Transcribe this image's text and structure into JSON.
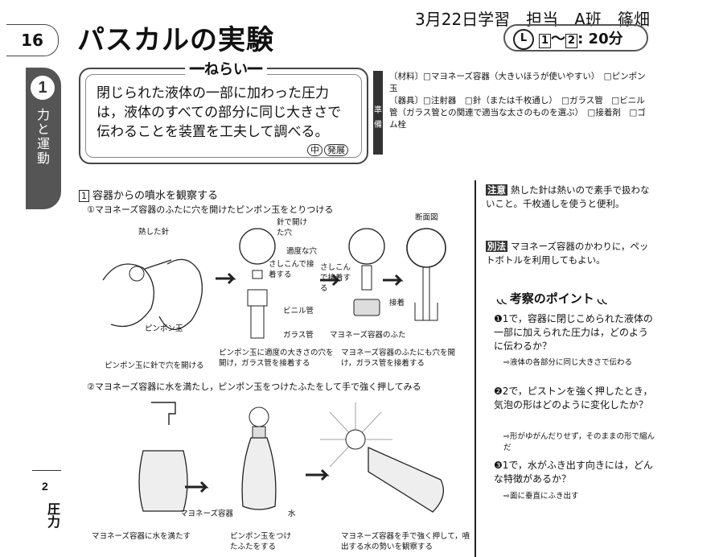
{
  "header": {
    "page_number": "16",
    "title": "パスカルの実験",
    "handwritten_note": "3月22日学習　担当　A班　篠畑",
    "time": {
      "from": "1",
      "to": "2",
      "duration": ": 20分"
    }
  },
  "side_tab": {
    "number": "1",
    "label": "力と運動"
  },
  "aim": {
    "label": "ねらい",
    "lines": [
      "閉じられた液体の一部に加わった圧力",
      "は，液体のすべての部分に同じ大きさで",
      "伝わることを装置を工夫して調べる。"
    ],
    "badge_a": "中",
    "badge_b": "発展"
  },
  "prep": {
    "bar_top": "準",
    "bar_bottom": "備",
    "materials": "〔材料〕□マヨネーズ容器（大きいほうが使いやすい）　□ピンポン玉",
    "tools": "〔器具〕□注射器　□針（または千枚通し）　□ガラス管　□ビニル管（ガラス管との関連で適当な太さのものを選ぶ）　□接着剤　□ゴム栓"
  },
  "section1": {
    "num": "1",
    "title": "容器からの噴水を観察する",
    "step1": "①マヨネーズ容器のふたに穴を開けたピンポン玉をとりつける",
    "step2": "②マヨネーズ容器に水を満たし，ピンポン玉をつけたふたをして手で強く押してみる",
    "labels": {
      "hot_needle": "熱した針",
      "needle_hole": "針で開けた穴",
      "proper_hole": "適度な穴",
      "insert_glue": "さしこんで接着する",
      "insert_glue2": "さしこんで接着する",
      "vinyl_tube": "ビニル管",
      "glass_tube": "ガラス管",
      "ping_pong": "ピンポン玉",
      "lid": "マヨネーズ容器のふた",
      "section_view": "断面図",
      "glue": "接着",
      "mayo_container": "マヨネーズ容器",
      "water": "水"
    },
    "captions": {
      "c1": "ピンポン玉に針で穴を開ける",
      "c2": "ピンポン玉に適度の大きさの穴を開け，ガラス管を接着する",
      "c3": "マヨネーズ容器のふたにも穴を開け，ガラス管を接着する",
      "c4": "マヨネーズ容器に水を満たす",
      "c5": "ピンポン玉をつけたふたをする",
      "c6": "マヨネーズ容器を手で強く押して，噴出する水の勢いを観察する"
    }
  },
  "notes": {
    "caution_label": "注意",
    "caution": "熱した針は熱いので素手で扱わないこと。千枚通しを使うと便利。",
    "alt_label": "別法",
    "alt": "マヨネーズ容器のかわりに，ペットボトルを利用してもよい。"
  },
  "points": {
    "title": "考察のポイント",
    "items": [
      {
        "q": "❶1で，容器に閉じこめられた液体の一部に加えられた圧力は，どのように伝わるか？",
        "a": "⇨液体の各部分に同じ大きさで伝わる"
      },
      {
        "q": "❷2で，ピストンを強く押したとき，気泡の形はどのように変化したか？",
        "a": "⇨形がゆがんだりせず，そのままの形で縮んだ"
      },
      {
        "q": "❸1で，水がふき出す向きには，どんな特徴があるか？",
        "a": "⇨面に垂直にふき出す"
      }
    ]
  },
  "chapter": {
    "number": "2",
    "label": "圧力"
  }
}
